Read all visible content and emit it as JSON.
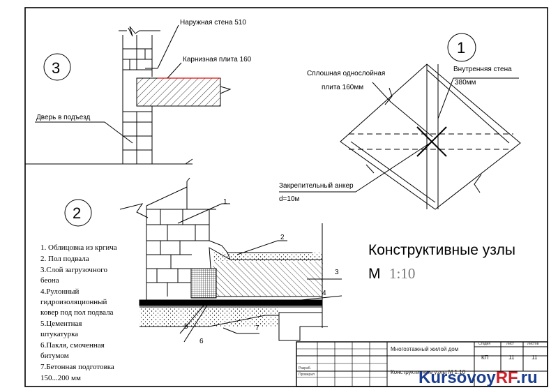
{
  "node3": {
    "number": "3",
    "label_outer_wall": "Наружная стена 510",
    "label_cornice_slab": "Карнизная плита 160",
    "label_door": "Дверь в подъезд"
  },
  "node1": {
    "number": "1",
    "label_inner_wall_line1": "Внутренняя стена",
    "label_inner_wall_line2": "380мм",
    "label_slab_line1": "Сплошная однослойная",
    "label_slab_line2": "плита 160мм",
    "label_anchor_line1": "Закрепительный анкер",
    "label_anchor_line2": "d=10м"
  },
  "node2": {
    "number": "2",
    "callouts": [
      "1",
      "2",
      "3",
      "4",
      "5",
      "6",
      "7"
    ],
    "legend": [
      "1. Облицовка из кргича",
      "2. Пол подвала",
      "3.Слой загрузочного",
      "беона",
      "4.Рулонный",
      "гидроизоляционный",
      "ковер под пол подвала",
      "5.Цементная",
      "штукатурка",
      "6.Пакля, смоченная",
      "битумом",
      "7.Бетонная подготовка",
      "150...200 мм"
    ]
  },
  "title": {
    "line1": "Конструктивные  узлы",
    "line2_m": "М",
    "line2_scale": "1:10"
  },
  "title_block": {
    "project": "Многоэтажный жилой  дом",
    "sheet_name": "Конструктивные узлы М 1:10",
    "head_stage": "Стадия",
    "head_sheet": "Лист",
    "head_sheets": "Листов",
    "stage": "КП",
    "sheet": "11",
    "sheets": "11",
    "row_developed": "Разраб.",
    "row_checked": "Проверил"
  },
  "watermark": {
    "part1": "Kursovoy",
    "part2": "RF",
    "part3": ".ru"
  }
}
